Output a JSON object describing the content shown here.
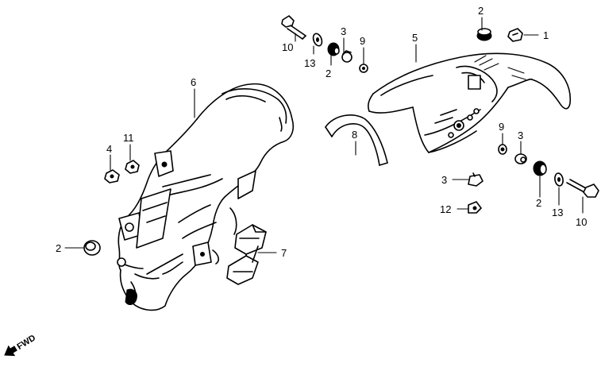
{
  "diagram": {
    "callouts": [
      {
        "id": "c1",
        "text": "1"
      },
      {
        "id": "c2a",
        "text": "2"
      },
      {
        "id": "c2b",
        "text": "2"
      },
      {
        "id": "c2c",
        "text": "2"
      },
      {
        "id": "c2d",
        "text": "2"
      },
      {
        "id": "c3a",
        "text": "3"
      },
      {
        "id": "c3b",
        "text": "3"
      },
      {
        "id": "c3c",
        "text": "3"
      },
      {
        "id": "c4",
        "text": "4"
      },
      {
        "id": "c5",
        "text": "5"
      },
      {
        "id": "c6",
        "text": "6"
      },
      {
        "id": "c7",
        "text": "7"
      },
      {
        "id": "c8",
        "text": "8"
      },
      {
        "id": "c9a",
        "text": "9"
      },
      {
        "id": "c9b",
        "text": "9"
      },
      {
        "id": "c10a",
        "text": "10"
      },
      {
        "id": "c10b",
        "text": "10"
      },
      {
        "id": "c11",
        "text": "11"
      },
      {
        "id": "c12",
        "text": "12"
      },
      {
        "id": "c13a",
        "text": "13"
      },
      {
        "id": "c13b",
        "text": "13"
      }
    ],
    "direction_marker": "FWD"
  }
}
